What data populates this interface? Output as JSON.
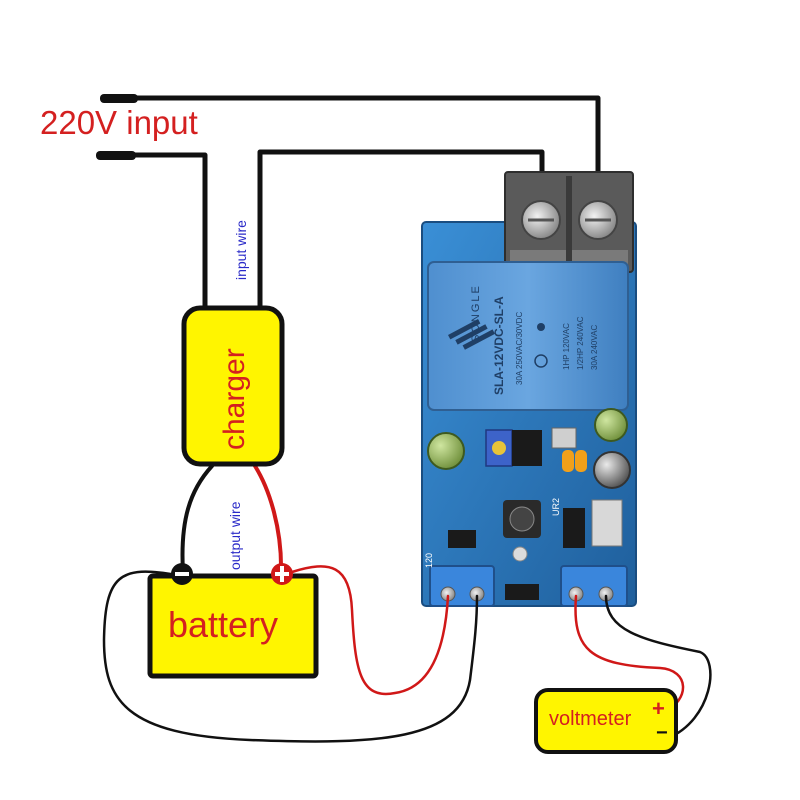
{
  "input_label": "220V input",
  "input_wire_label": "input wire",
  "output_wire_label": "output wire",
  "charger_label": "charger",
  "battery_label": "battery",
  "voltmeter_label": "voltmeter",
  "relay": {
    "brand": "SONGLE",
    "model": "SLA-12VDC-SL-A",
    "rating_1": "30A 250VAC/30VDC",
    "rating_2": "1HP 120VAC",
    "rating_3": "1/2HP 240VAC",
    "rating_4": "30A 240VAC"
  },
  "board_marks": {
    "ur2": "UR2",
    "jp1": "120"
  },
  "polarity": {
    "plus": "+",
    "minus": "−"
  },
  "colors": {
    "title_red": "#d42020",
    "wire_label_blue": "#2a2ac8",
    "box_fill": "#fff500",
    "box_border": "#111111",
    "pcb_blue": "#2c7fc4",
    "relay_blue": "#5b9bd8",
    "red_wire": "#d01818",
    "black_wire": "#111111"
  }
}
